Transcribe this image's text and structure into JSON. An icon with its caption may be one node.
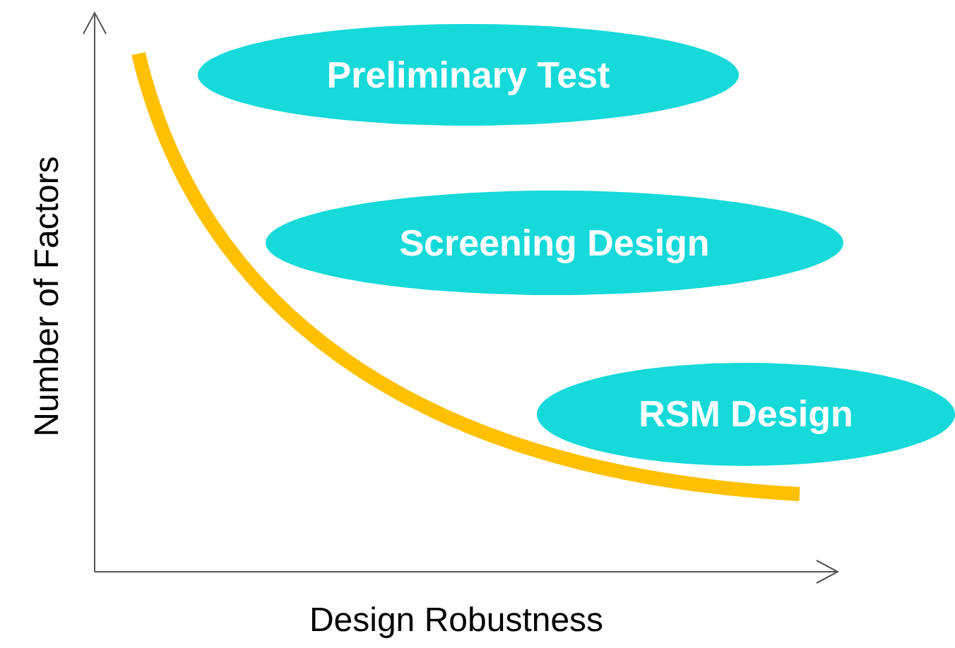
{
  "diagram": {
    "nodes": [
      {
        "text": [
          "Preliminary Test"
        ]
      },
      {
        "text": [
          "Screening Design"
        ]
      },
      {
        "text": [
          "RSM Design"
        ]
      }
    ],
    "labels": [
      "Number of Factors",
      "Design Robustness"
    ]
  }
}
